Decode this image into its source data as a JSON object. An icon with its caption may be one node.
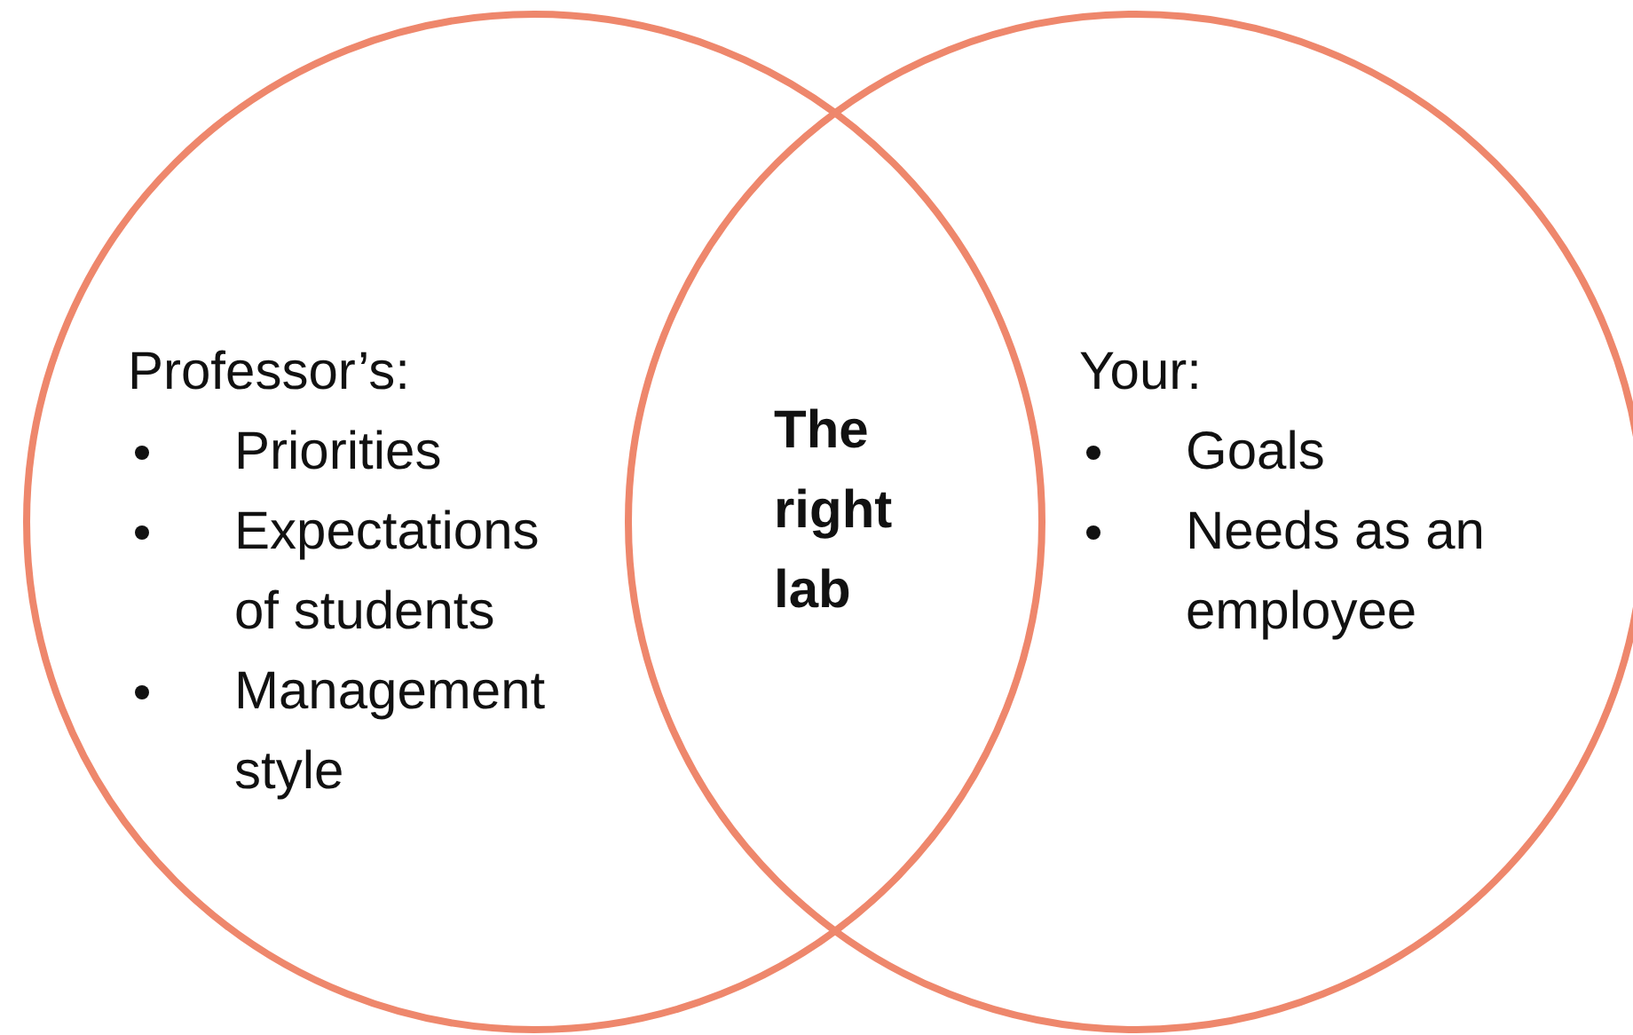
{
  "diagram": {
    "nodes": [
      {
        "text": [
          "Professor’s:",
          "Priorities",
          "Expectations of students",
          "Management style"
        ]
      },
      {
        "text": [
          "Your:",
          "Goals",
          "Needs as an employee"
        ]
      },
      {
        "text": [
          "The right lab"
        ]
      }
    ]
  }
}
